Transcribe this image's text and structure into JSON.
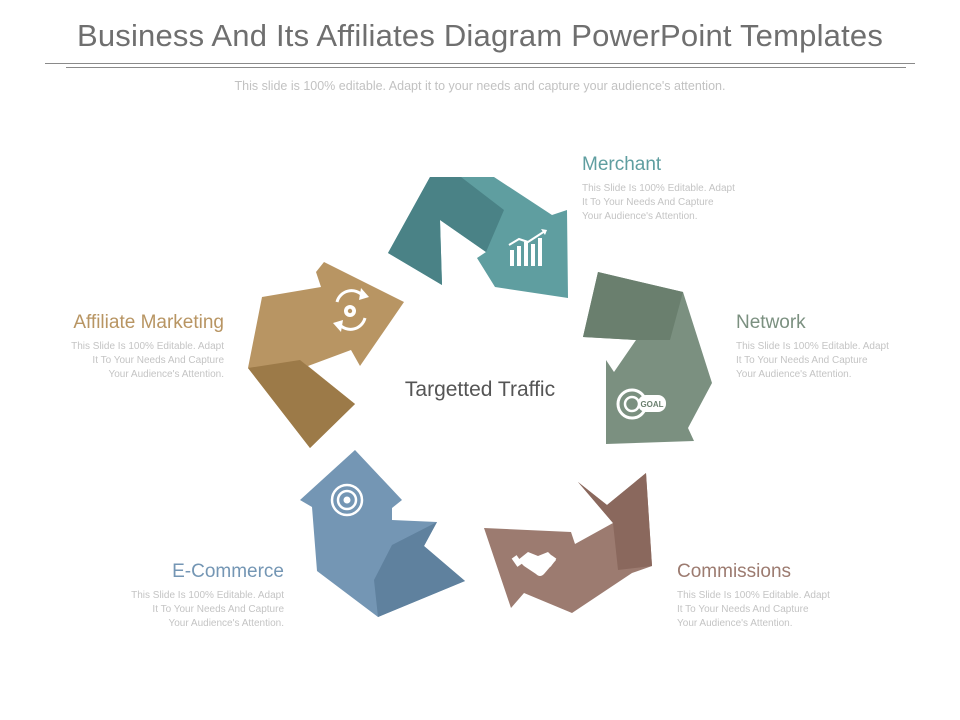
{
  "title": "Business And Its Affiliates Diagram PowerPoint Templates",
  "subtitle": "This slide is 100% editable. Adapt it to your needs and capture your audience's attention.",
  "center": "Targetted Traffic",
  "items": [
    {
      "title": "Merchant",
      "color": "#5f9ea0",
      "dark": "#4a8286",
      "icon": "bar-chart-icon",
      "desc": [
        "This Slide Is 100% Editable. Adapt",
        "It To Your Needs And Capture",
        "Your Audience's Attention."
      ]
    },
    {
      "title": "Network",
      "color": "#7b9080",
      "dark": "#6a7f6e",
      "icon": "goal-icon",
      "desc": [
        "This Slide Is 100% Editable. Adapt",
        "It To Your Needs And Capture",
        "Your Audience's Attention."
      ]
    },
    {
      "title": "Commissions",
      "color": "#9c7b70",
      "dark": "#8a685d",
      "icon": "handshake-icon",
      "desc": [
        "This Slide Is 100% Editable. Adapt",
        "It To Your Needs And Capture",
        "Your Audience's Attention."
      ]
    },
    {
      "title": "E-Commerce",
      "color": "#7496b4",
      "dark": "#5f819e",
      "icon": "target-icon",
      "desc": [
        "This Slide Is 100% Editable. Adapt",
        "It To Your Needs And Capture",
        "Your Audience's Attention."
      ]
    },
    {
      "title": "Affiliate Marketing",
      "color": "#b89563",
      "dark": "#9c7a48",
      "icon": "gear-cycle-icon",
      "desc": [
        "This Slide Is 100% Editable. Adapt",
        "It To Your Needs And Capture",
        "Your Audience's Attention."
      ]
    }
  ]
}
